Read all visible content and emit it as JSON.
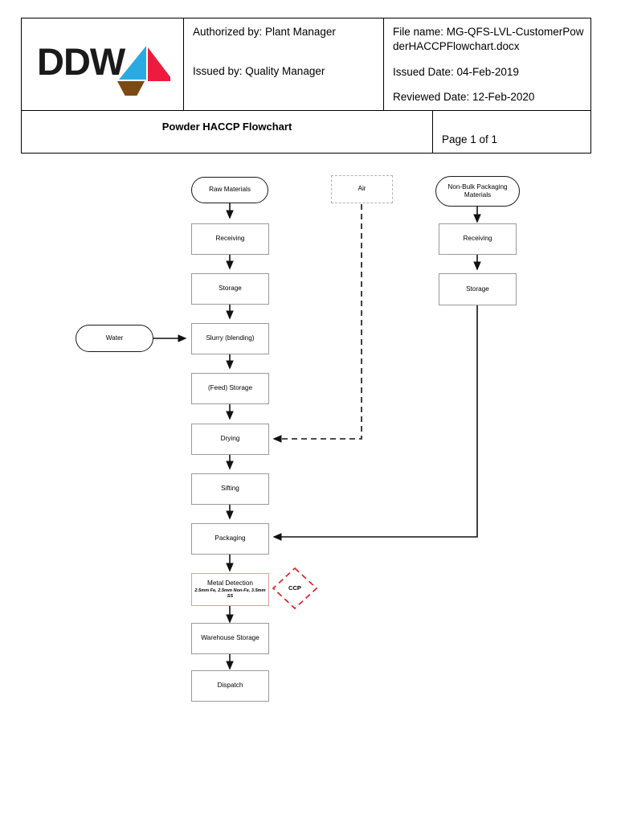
{
  "header": {
    "logo": {
      "text": "DDW",
      "colors": {
        "blue": "#29ABE2",
        "red": "#ED1C3E",
        "brown": "#7B4A12"
      }
    },
    "authorized_by": "Authorized by: Plant Manager",
    "issued_by": "Issued by:  Quality Manager",
    "file_name": "File name: MG-QFS-LVL-CustomerPowderHACCPFlowchart.docx",
    "issued_date": "Issued Date: 04-Feb-2019",
    "reviewed_date": "Reviewed Date: 12-Feb-2020",
    "document_title": "Powder HACCP Flowchart",
    "page_label": "Page 1 of 1"
  },
  "flowchart": {
    "type": "process-flow-diagram",
    "nodes": [
      {
        "id": "raw-materials",
        "label": "Raw Materials",
        "shape": "terminator",
        "column": "left"
      },
      {
        "id": "receiving-left",
        "label": "Receiving",
        "shape": "process",
        "column": "left"
      },
      {
        "id": "storage-left",
        "label": "Storage",
        "shape": "process",
        "column": "left"
      },
      {
        "id": "water",
        "label": "Water",
        "shape": "terminator",
        "column": "far-left"
      },
      {
        "id": "slurry",
        "label": "Slurry (blending)",
        "shape": "process",
        "column": "left"
      },
      {
        "id": "feed-storage",
        "label": "(Feed) Storage",
        "shape": "process",
        "column": "left"
      },
      {
        "id": "drying",
        "label": "Drying",
        "shape": "process",
        "column": "left"
      },
      {
        "id": "sifting",
        "label": "Sifting",
        "shape": "process",
        "column": "left"
      },
      {
        "id": "packaging",
        "label": "Packaging",
        "shape": "process",
        "column": "left"
      },
      {
        "id": "metal-detection",
        "label": "Metal Detection",
        "spec": "2.5mm Fe, 2.5mm Non-Fe, 3.5mm SS",
        "shape": "process-ccp",
        "column": "left"
      },
      {
        "id": "ccp",
        "label": "CCP",
        "shape": "diamond",
        "column": "left-right"
      },
      {
        "id": "warehouse-storage",
        "label": "Warehouse Storage",
        "shape": "process",
        "column": "left"
      },
      {
        "id": "dispatch",
        "label": "Dispatch",
        "shape": "process",
        "column": "left"
      },
      {
        "id": "air",
        "label": "Air",
        "shape": "dashed-box",
        "column": "middle"
      },
      {
        "id": "non-bulk-packaging",
        "label": "Non-Bulk Packaging Materials",
        "shape": "terminator",
        "column": "right"
      },
      {
        "id": "receiving-right",
        "label": "Receiving",
        "shape": "process",
        "column": "right"
      },
      {
        "id": "storage-right",
        "label": "Storage",
        "shape": "process",
        "column": "right"
      }
    ],
    "edges": [
      {
        "from": "raw-materials",
        "to": "receiving-left",
        "style": "solid"
      },
      {
        "from": "receiving-left",
        "to": "storage-left",
        "style": "solid"
      },
      {
        "from": "storage-left",
        "to": "slurry",
        "style": "solid"
      },
      {
        "from": "water",
        "to": "slurry",
        "style": "solid"
      },
      {
        "from": "slurry",
        "to": "feed-storage",
        "style": "solid"
      },
      {
        "from": "feed-storage",
        "to": "drying",
        "style": "solid"
      },
      {
        "from": "air",
        "to": "drying",
        "style": "dashed"
      },
      {
        "from": "drying",
        "to": "sifting",
        "style": "solid"
      },
      {
        "from": "sifting",
        "to": "packaging",
        "style": "solid"
      },
      {
        "from": "storage-right",
        "to": "packaging",
        "style": "solid"
      },
      {
        "from": "packaging",
        "to": "metal-detection",
        "style": "solid"
      },
      {
        "from": "metal-detection",
        "to": "warehouse-storage",
        "style": "solid"
      },
      {
        "from": "warehouse-storage",
        "to": "dispatch",
        "style": "solid"
      },
      {
        "from": "non-bulk-packaging",
        "to": "receiving-right",
        "style": "solid"
      },
      {
        "from": "receiving-right",
        "to": "storage-right",
        "style": "solid"
      }
    ]
  }
}
